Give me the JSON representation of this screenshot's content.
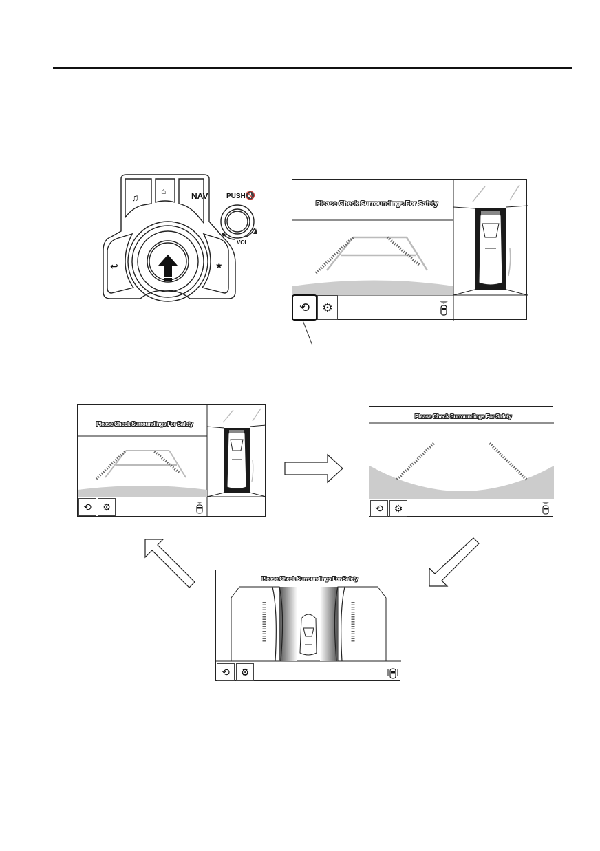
{
  "controller": {
    "nav_label": "NAV",
    "push_label": "PUSH",
    "vol_label": "VOL",
    "buttons": [
      "music-icon",
      "home-icon",
      "back-icon",
      "favorite-star-icon",
      "mute-icon"
    ]
  },
  "screens": {
    "main": {
      "message": "Please Check Surroundings For Safety",
      "view": "rear-view-with-top-view"
    },
    "view_a": {
      "message": "Please Check Surroundings For Safety",
      "view": "rear-view-with-top-view"
    },
    "view_b": {
      "message": "Please Check Surroundings For Safety",
      "view": "rear-wide-view"
    },
    "view_c": {
      "message": "Please Check Surroundings For Safety",
      "view": "side-view"
    }
  },
  "icons": {
    "view_switch": "camera-view-switch-icon",
    "settings": "settings-gear-icon",
    "car_indicator": "car-indicator-icon"
  },
  "colors": {
    "line": "#222222",
    "ground": "#c8c8c8",
    "guide": "#bbbbbb"
  }
}
